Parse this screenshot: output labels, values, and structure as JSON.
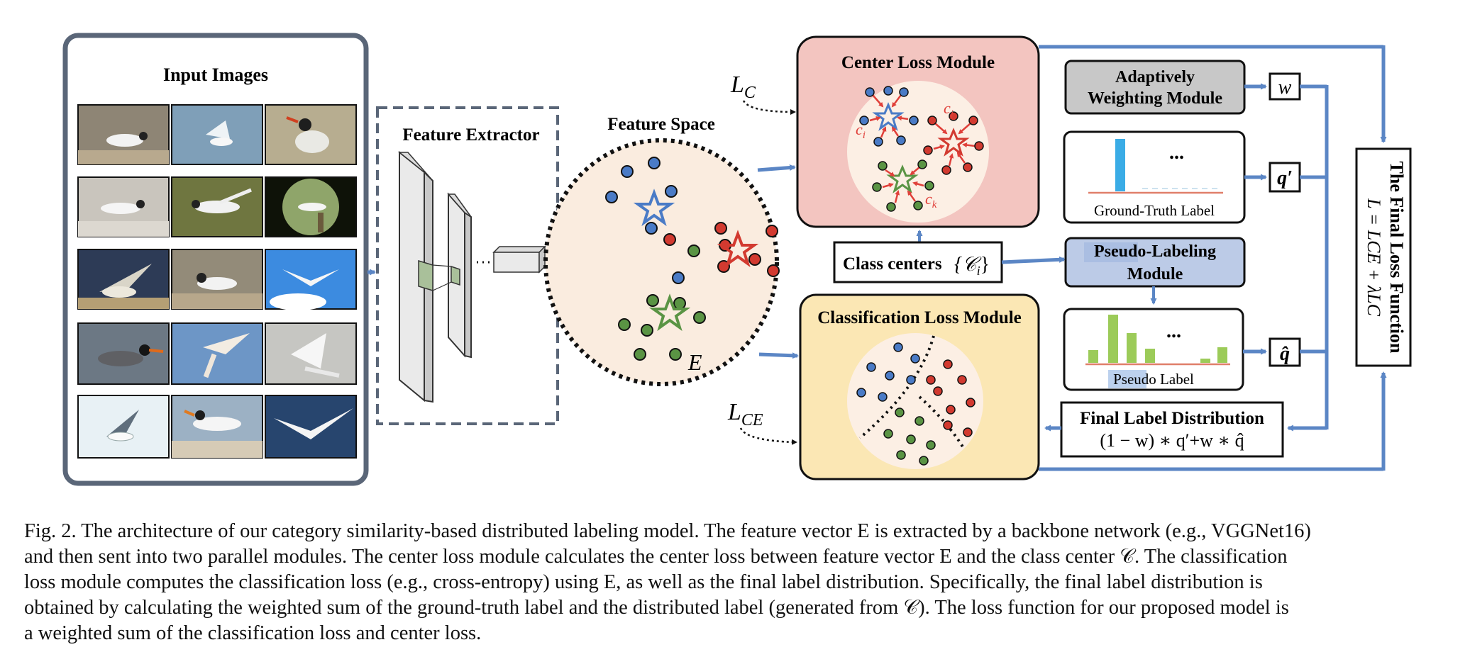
{
  "input_images": {
    "title": "Input Images"
  },
  "feature_extractor": {
    "title": "Feature Extractor"
  },
  "feature_space": {
    "title": "Feature Space",
    "vector_label": "E"
  },
  "losses": {
    "center_symbol": "L",
    "center_subscript": "C",
    "ce_symbol": "L",
    "ce_subscript": "CE"
  },
  "center_loss_module": {
    "title": "Center Loss Module",
    "center_i": "c",
    "center_i_sub": "i",
    "center_j": "c",
    "center_j_sub": "j",
    "center_k": "c",
    "center_k_sub": "k"
  },
  "class_centers": {
    "label": "Class centers",
    "math": "{𝒞",
    "math_sub": "i",
    "math_close": "}"
  },
  "classification_loss_module": {
    "title": "Classification Loss Module"
  },
  "adaptive_module": {
    "line1": "Adaptively",
    "line2": "Weighting Module",
    "output": "w"
  },
  "ground_truth": {
    "label": "Ground-Truth Label",
    "dots": "...",
    "output": "q′"
  },
  "pseudo_labeling": {
    "line1": "Pseudo-Labeling",
    "line2": "Module"
  },
  "pseudo_label": {
    "label": "Pseudo Label",
    "dots": "...",
    "output": "q̂"
  },
  "final_label": {
    "title": "Final Label Distribution",
    "formula": "(1 − w) ∗ q′+w ∗ q̂"
  },
  "final_loss": {
    "title": "The Final Loss Function",
    "formula": "L = LCE + λLC"
  },
  "colors": {
    "arrow": "#5b86c5",
    "blue_dot": "#4a7bc6",
    "red_dot": "#d23a30",
    "green_dot": "#5a9444",
    "center_loss_bg": "#f3c5c0",
    "classification_bg": "#fbe7b4",
    "space_bg": "#faecdf",
    "gt_bar": "#3aace6",
    "pseudo_bar": "#9ccb59",
    "pseudo_box_bg": "#bccbe7",
    "adaptive_bg": "#c8c8c8"
  },
  "caption": {
    "line1": "Fig. 2.  The architecture of our category similarity-based distributed labeling model. The feature vector E is extracted by a backbone network (e.g., VGGNet16)",
    "line2": "and then sent into two parallel modules. The center loss module calculates the center loss between feature vector E and the class center 𝒞. The classification",
    "line3": "loss module computes the classification loss (e.g., cross-entropy) using E, as well as the final label distribution. Specifically, the final label distribution is",
    "line4": "obtained by calculating the weighted sum of the ground-truth label and the distributed label (generated from 𝒞). The loss function for our proposed model is",
    "line5": "a weighted sum of the classification loss and center loss."
  }
}
